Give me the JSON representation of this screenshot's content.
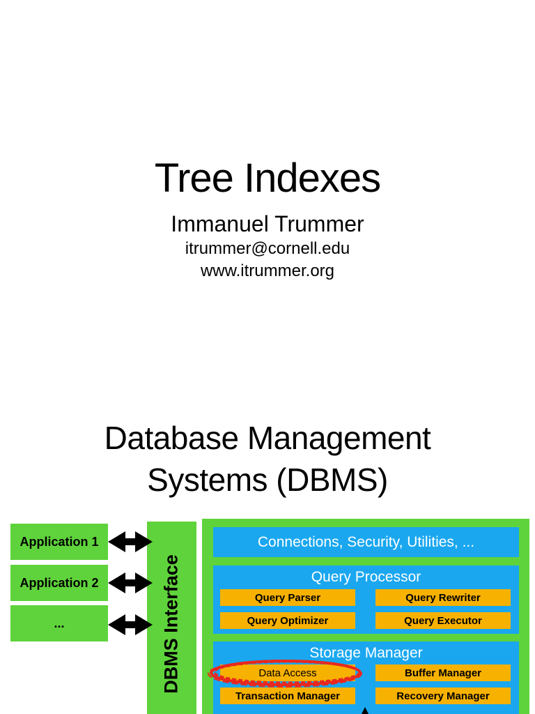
{
  "slide1": {
    "title": "Tree Indexes",
    "author": "Immanuel Trummer",
    "email": "itrummer@cornell.edu",
    "website": "www.itrummer.org"
  },
  "slide2": {
    "title_line1": "Database Management",
    "title_line2": "Systems (DBMS)",
    "applications": [
      "Application 1",
      "Application 2",
      "..."
    ],
    "interface_label": "DBMS Interface",
    "connections_label": "Connections, Security, Utilities, ...",
    "query_processor": {
      "title": "Query Processor",
      "components": [
        "Query Parser",
        "Query Rewriter",
        "Query Optimizer",
        "Query Executor"
      ]
    },
    "storage_manager": {
      "title": "Storage Manager",
      "components": [
        "Data Access",
        "Buffer Manager",
        "Transaction Manager",
        "Recovery Manager"
      ],
      "highlighted": "Data Access"
    },
    "colors": {
      "green": "#5fd33b",
      "blue": "#1aa7ef",
      "orange": "#f7b100",
      "highlight_red": "#e8281e"
    }
  }
}
